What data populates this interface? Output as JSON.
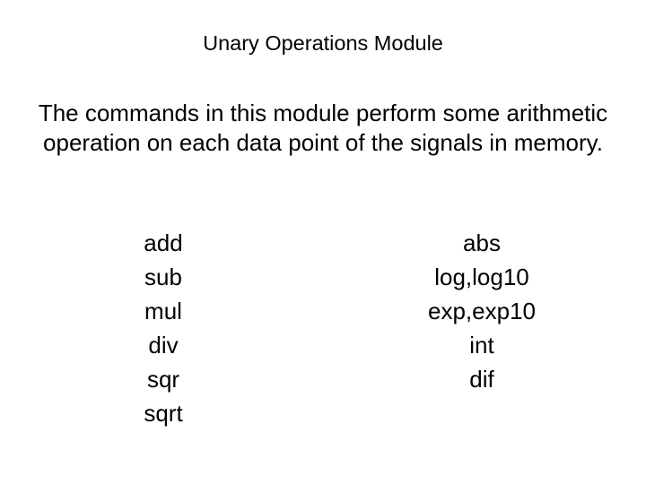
{
  "slide": {
    "title": "Unary Operations Module",
    "body_text": "The commands in this module perform some arithmetic operation on each data point of the signals in memory.",
    "background_color": "#ffffff",
    "text_color": "#000000",
    "columns": {
      "left": {
        "items": [
          "add",
          "sub",
          "mul",
          "div",
          "sqr",
          "sqrt"
        ]
      },
      "right": {
        "items": [
          "abs",
          "log,log10",
          "exp,exp10",
          "int",
          "dif"
        ]
      }
    }
  }
}
